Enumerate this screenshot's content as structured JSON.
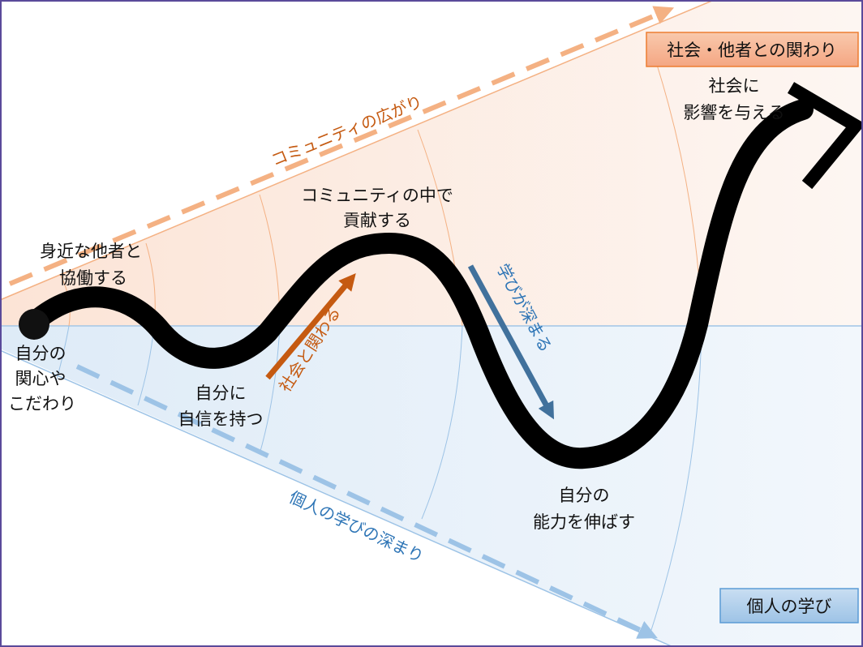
{
  "colors": {
    "social_fill": "#fdece2",
    "personal_fill": "#e4eff9",
    "orange": "#f4b183",
    "orange_dark": "#c55a11",
    "blue": "#9dc3e6",
    "blue_dark": "#2e75b6",
    "border": "#5a4a9a"
  },
  "labels": {
    "social_box": "社会・他者との関わり",
    "personal_box": "個人の学び",
    "community_spread": "コミュニティの広がり",
    "personal_deepening": "個人の学びの深まり",
    "engage_society": "社会と関わる",
    "learning_deepens": "学びが深まる"
  },
  "stages": [
    {
      "lines": [
        "自分の",
        "関心や",
        "こだわり"
      ]
    },
    {
      "lines": [
        "身近な他者と",
        "協働する"
      ]
    },
    {
      "lines": [
        "自分に",
        "自信を持つ"
      ]
    },
    {
      "lines": [
        "コミュニティの中で",
        "貢献する"
      ]
    },
    {
      "lines": [
        "自分の",
        "能力を伸ばす"
      ]
    },
    {
      "lines": [
        "社会に",
        "影響を与える"
      ]
    }
  ]
}
